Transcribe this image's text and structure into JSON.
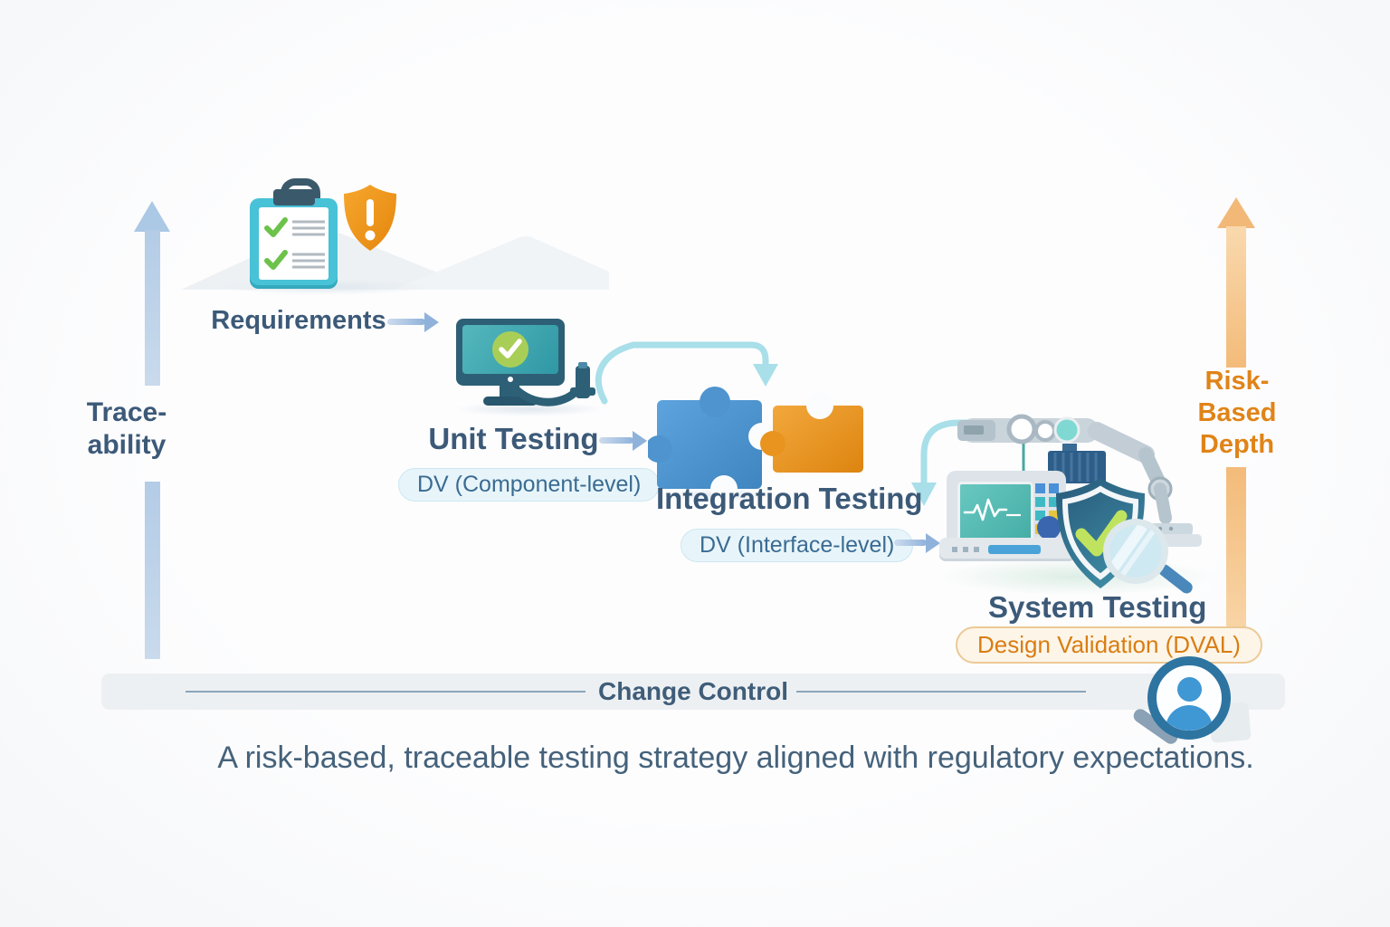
{
  "diagram": {
    "traceability_axis": {
      "line1": "Trace-",
      "line2": "ability"
    },
    "risk_axis": {
      "line1": "Risk-",
      "line2": "Based",
      "line3": "Depth"
    },
    "stages": {
      "requirements": {
        "label": "Requirements"
      },
      "unit_testing": {
        "label": "Unit Testing",
        "badge": "DV (Component-level)"
      },
      "integration_testing": {
        "label": "Integration Testing",
        "badge": "DV (Interface-level)"
      },
      "system_testing": {
        "label": "System Testing",
        "badge": "Design Validation (DVAL)"
      }
    },
    "change_control": {
      "label": "Change Control"
    },
    "caption": "A risk-based, traceable testing strategy aligned with regulatory expectations."
  },
  "icons": {
    "requirements": [
      "clipboard-checklist-icon",
      "warning-shield-icon"
    ],
    "unit_testing": [
      "monitor-check-icon",
      "test-probe-icon"
    ],
    "integration_testing": [
      "puzzle-pieces-icon"
    ],
    "system_testing": [
      "medical-device-icon",
      "robot-arm-icon",
      "shield-check-icon",
      "magnifier-icon"
    ],
    "change_control": [
      "user-audit-magnifier-icon"
    ]
  },
  "colors": {
    "heading_text": "#3c5a78",
    "traceability_arrow": "#abc8e5",
    "risk_arrow": "#f2b878",
    "risk_text": "#e08418",
    "flow_arrow": "#8fb2da",
    "curve_arrow": "#a8dfe9",
    "pill_blue_bg": "#e7f5fa",
    "pill_blue_text": "#3b6b92",
    "pill_orange_bg": "#fdf5e8",
    "pill_orange_text": "#d97d12",
    "change_bar_bg": "#edf0f3",
    "caption_text": "#45627b",
    "clipboard_teal": "#48c2d6",
    "warning_orange": "#f0941f",
    "monitor_blue": "#2d6076",
    "screen_teal": "#3fa4ad",
    "check_green": "#a9ce58",
    "puzzle_blue": "#4a90c8",
    "puzzle_orange": "#e8941f",
    "shield_teal": "#2f6e8c",
    "magnifier_blue": "#3f97d3"
  }
}
